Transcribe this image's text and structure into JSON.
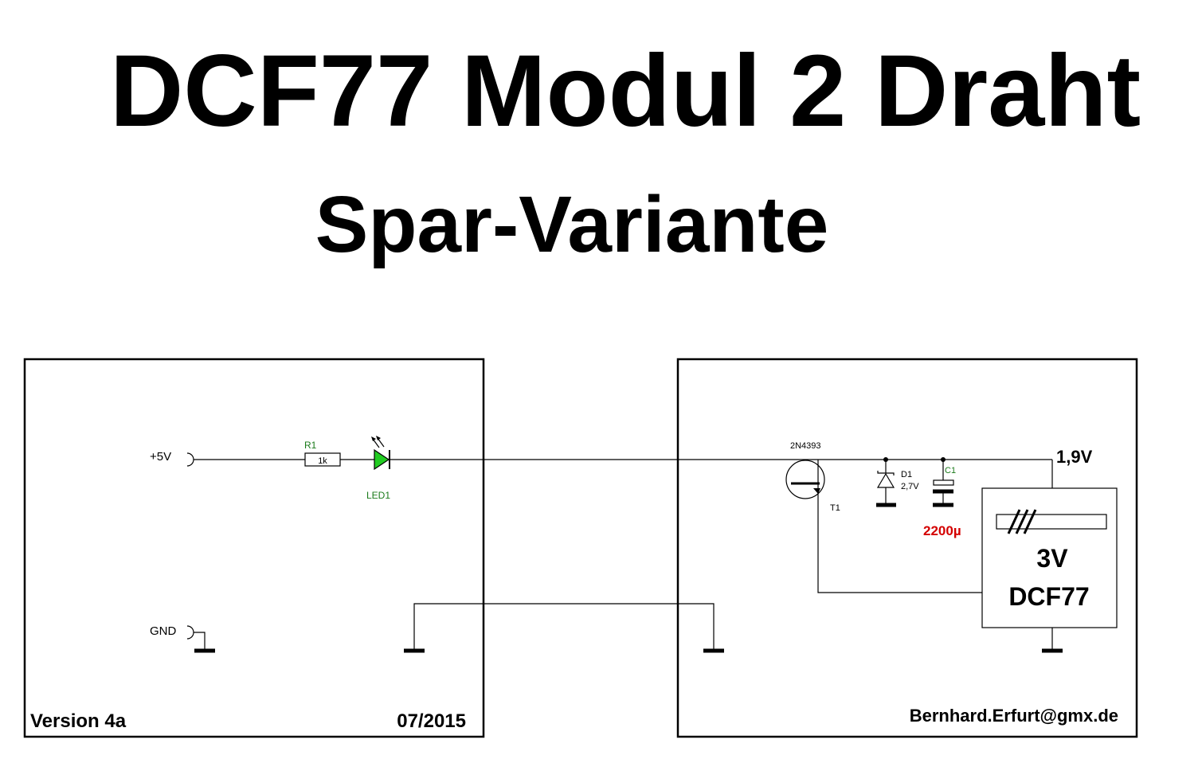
{
  "title": "DCF77 Modul 2 Draht",
  "subtitle": "Spar-Variante",
  "left_panel": {
    "supply_label": "+5V",
    "ground_label": "GND",
    "resistor": {
      "ref": "R1",
      "value": "1k"
    },
    "led": {
      "ref": "LED1"
    },
    "version": "Version 4a",
    "date": "07/2015"
  },
  "right_panel": {
    "transistor": {
      "type": "2N4393",
      "ref": "T1"
    },
    "zener": {
      "ref": "D1",
      "value": "2,7V"
    },
    "capacitor": {
      "ref": "C1",
      "value": "2200µ"
    },
    "output_voltage": "1,9V",
    "module": {
      "voltage": "3V",
      "name": "DCF77"
    },
    "author_email": "Bernhard.Erfurt@gmx.de"
  },
  "colors": {
    "ink": "#000000",
    "component_label": "#1a7a1a",
    "led_fill": "#22cc22",
    "capacitor_value": "#d40000"
  }
}
